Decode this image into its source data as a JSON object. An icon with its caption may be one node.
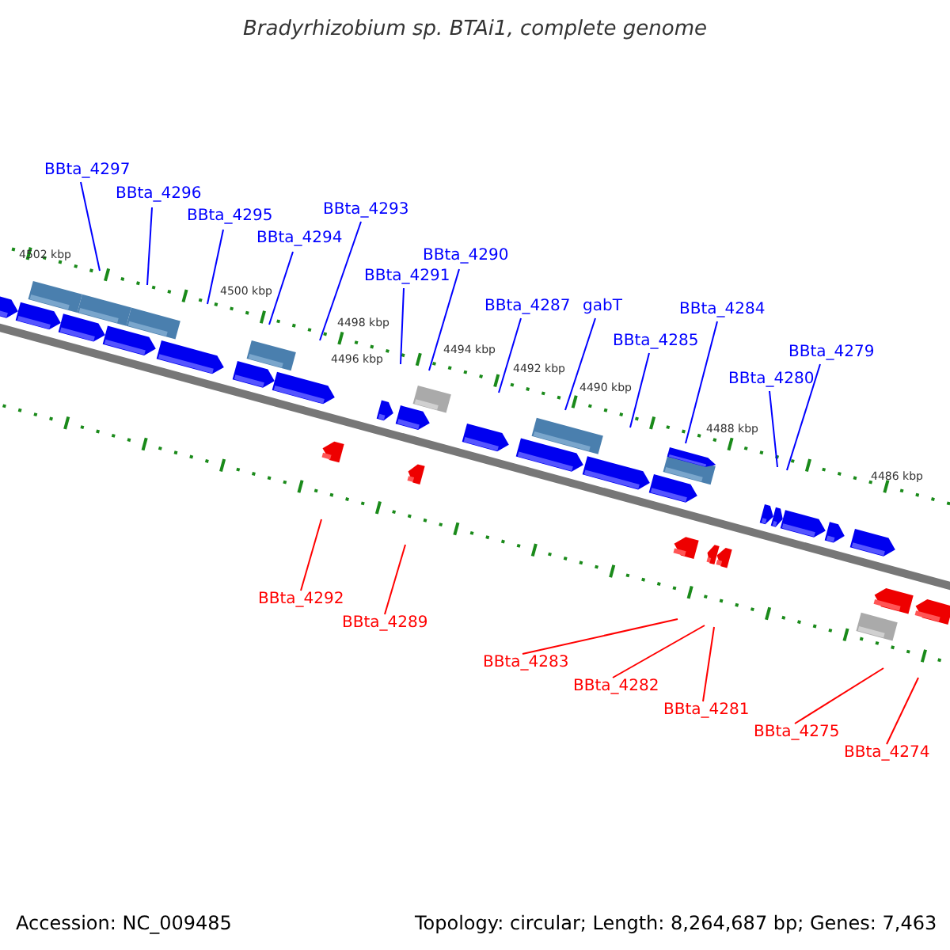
{
  "diagram": {
    "title": "Bradyrhizobium sp. BTAi1, complete genome",
    "nodes": [
      {
        "text": [
          "BBta_4297"
        ]
      },
      {
        "text": [
          "BBta_4296"
        ]
      },
      {
        "text": [
          "BBta_4295"
        ]
      },
      {
        "text": [
          "BBta_4293"
        ]
      },
      {
        "text": [
          "BBta_4294"
        ]
      },
      {
        "text": [
          "BBta_4290"
        ]
      },
      {
        "text": [
          "BBta_4291"
        ]
      },
      {
        "text": [
          "BBta_4287"
        ]
      },
      {
        "text": [
          "gabT"
        ]
      },
      {
        "text": [
          "BBta_4284"
        ]
      },
      {
        "text": [
          "BBta_4285"
        ]
      },
      {
        "text": [
          "BBta_4279"
        ]
      },
      {
        "text": [
          "BBta_4280"
        ]
      },
      {
        "text": [
          "BBta_4292"
        ]
      },
      {
        "text": [
          "BBta_4289"
        ]
      },
      {
        "text": [
          "BBta_4283"
        ]
      },
      {
        "text": [
          "BBta_4282"
        ]
      },
      {
        "text": [
          "BBta_4281"
        ]
      },
      {
        "text": [
          "BBta_4275"
        ]
      },
      {
        "text": [
          "BBta_4274"
        ]
      }
    ],
    "edges": [
      {
        "from": 0,
        "to": null,
        "arrow": "none"
      },
      {
        "from": 1,
        "to": null,
        "arrow": "none"
      },
      {
        "from": 2,
        "to": null,
        "arrow": "none"
      },
      {
        "from": 3,
        "to": null,
        "arrow": "none"
      },
      {
        "from": 4,
        "to": null,
        "arrow": "none"
      },
      {
        "from": 5,
        "to": null,
        "arrow": "none"
      },
      {
        "from": 6,
        "to": null,
        "arrow": "none"
      },
      {
        "from": 7,
        "to": null,
        "arrow": "none"
      },
      {
        "from": 8,
        "to": null,
        "arrow": "none"
      },
      {
        "from": 9,
        "to": null,
        "arrow": "none"
      },
      {
        "from": 10,
        "to": null,
        "arrow": "none"
      },
      {
        "from": 11,
        "to": null,
        "arrow": "none"
      },
      {
        "from": 12,
        "to": null,
        "arrow": "none"
      },
      {
        "from": 13,
        "to": null,
        "arrow": "none",
        "color": "#ff0000"
      },
      {
        "from": 14,
        "to": null,
        "arrow": "none",
        "color": "#ff0000"
      },
      {
        "from": 15,
        "to": null,
        "arrow": "none",
        "color": "#ff0000"
      },
      {
        "from": 16,
        "to": null,
        "arrow": "none",
        "color": "#ff0000"
      },
      {
        "from": 17,
        "to": null,
        "arrow": "none",
        "color": "#ff0000"
      },
      {
        "from": 18,
        "to": null,
        "arrow": "none",
        "color": "#ff0000"
      },
      {
        "from": 19,
        "to": null,
        "arrow": "none",
        "color": "#ff0000"
      }
    ],
    "labels": [
      "4502 kbp",
      "4500 kbp",
      "4498 kbp",
      "4496 kbp",
      "4494 kbp",
      "4492 kbp",
      "4490 kbp",
      "4488 kbp",
      "4486 kbp",
      "Accession: NC_009485",
      "Topology: circular; Length: 8,264,687 bp; Genes: 7,463"
    ]
  }
}
